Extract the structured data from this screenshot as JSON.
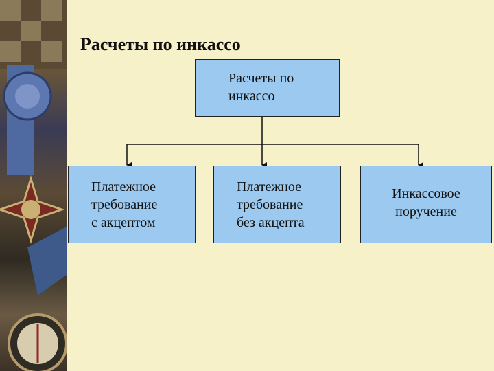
{
  "slide": {
    "title": "Расчеты по инкассо"
  },
  "diagram": {
    "root": {
      "lines": [
        "Расчеты по",
        "инкассо"
      ]
    },
    "children": [
      {
        "lines": [
          "Платежное",
          "требование",
          "с акцептом"
        ]
      },
      {
        "lines": [
          "Платежное",
          "требование",
          "без акцепта"
        ]
      },
      {
        "lines": [
          "Инкассовое",
          "поручение"
        ]
      }
    ]
  },
  "colors": {
    "background": "#f7f1c9",
    "box_fill": "#9cc9ef",
    "stroke": "#222222"
  },
  "decoration": {
    "left_strip": "photo-of-medals-and-compass"
  }
}
